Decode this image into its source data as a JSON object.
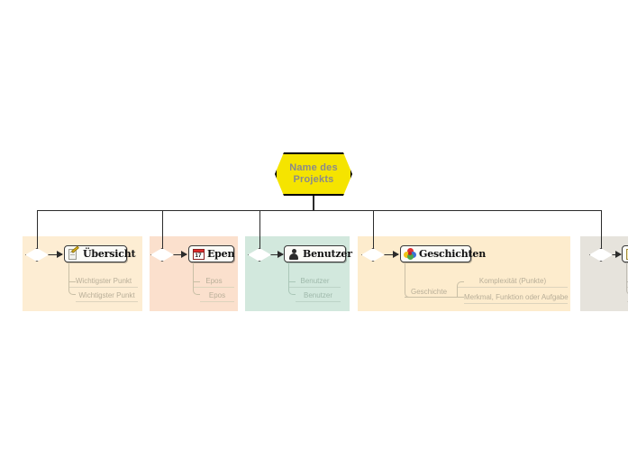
{
  "diagram": {
    "type": "mind-map",
    "root": {
      "label_line1": "Name des",
      "label_line2": "Projekts",
      "fill_color": "#f5e400",
      "text_color": "#8a8a8a"
    },
    "branches": [
      {
        "id": "uebersicht",
        "label": "Übersicht",
        "icon": "note-pencil-icon",
        "panel_color": "#fdedd3",
        "children": [
          {
            "label": "Wichtigster Punkt"
          },
          {
            "label": "Wichtigster Punkt"
          }
        ]
      },
      {
        "id": "epen",
        "label": "Epen",
        "icon": "calendar-icon",
        "icon_day": "17",
        "panel_color": "#fbe0cd",
        "children": [
          {
            "label": "Epos"
          },
          {
            "label": "Epos"
          }
        ]
      },
      {
        "id": "benutzer",
        "label": "Benutzer",
        "icon": "person-icon",
        "panel_color": "#d2e8dd",
        "children": [
          {
            "label": "Benutzer"
          },
          {
            "label": "Benutzer"
          }
        ]
      },
      {
        "id": "geschichten",
        "label": "Geschichten",
        "icon": "flower-icon",
        "panel_color": "#fdeccd",
        "nested": {
          "label": "Geschichte",
          "children": [
            {
              "label": "Komplexität (Punkte)"
            },
            {
              "label": "Merkmal, Funktion oder Aufgabe"
            }
          ]
        }
      },
      {
        "id": "branch-five",
        "label": "",
        "icon": "generic-card-icon",
        "panel_color": "#e6e3dc",
        "children": [
          {
            "label": ""
          },
          {
            "label": ""
          }
        ]
      }
    ]
  }
}
